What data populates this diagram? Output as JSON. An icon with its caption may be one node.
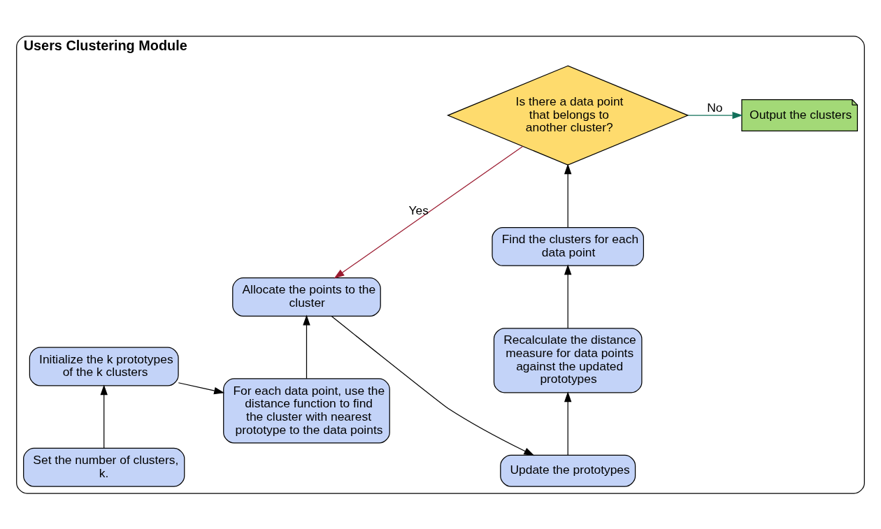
{
  "diagram": {
    "nodes": [
      {
        "text": [
          "Users Clustering Module"
        ]
      },
      {
        "text": [
          "Set the number of clusters, k."
        ],
        "in": 0
      },
      {
        "text": [
          "Initialize the k prototypes of the k clusters"
        ],
        "in": 0
      },
      {
        "text": [
          "For each data point, use the distance function to find the cluster with nearest prototype to the data points"
        ],
        "in": 0
      },
      {
        "text": [
          "Allocate the points to the cluster"
        ],
        "in": 0
      },
      {
        "text": [
          "Update the prototypes"
        ],
        "in": 0
      },
      {
        "text": [
          "Recalculate the distance measure for data points against the updated prototypes"
        ],
        "in": 0
      },
      {
        "text": [
          "Find the clusters for each data point"
        ],
        "in": 0
      },
      {
        "text": [
          "Is there a data point that belongs to another cluster?"
        ],
        "in": 0
      },
      {
        "text": [
          "Output the clusters"
        ],
        "in": 0
      }
    ],
    "edges": [
      {
        "from": 1,
        "to": 2,
        "arrow": "to"
      },
      {
        "from": 2,
        "to": 3,
        "arrow": "to"
      },
      {
        "from": 3,
        "to": 4,
        "arrow": "to"
      },
      {
        "from": 4,
        "to": 5,
        "arrow": "to"
      },
      {
        "from": 5,
        "to": 6,
        "arrow": "to"
      },
      {
        "from": 6,
        "to": 7,
        "arrow": "to"
      },
      {
        "from": 7,
        "to": 8,
        "arrow": "to"
      },
      {
        "from": 8,
        "to": 4,
        "arrow": "to",
        "label": "Yes",
        "color": "#9b1b30"
      },
      {
        "from": 8,
        "to": 9,
        "arrow": "to",
        "label": "No",
        "color": "#11705a"
      }
    ]
  }
}
